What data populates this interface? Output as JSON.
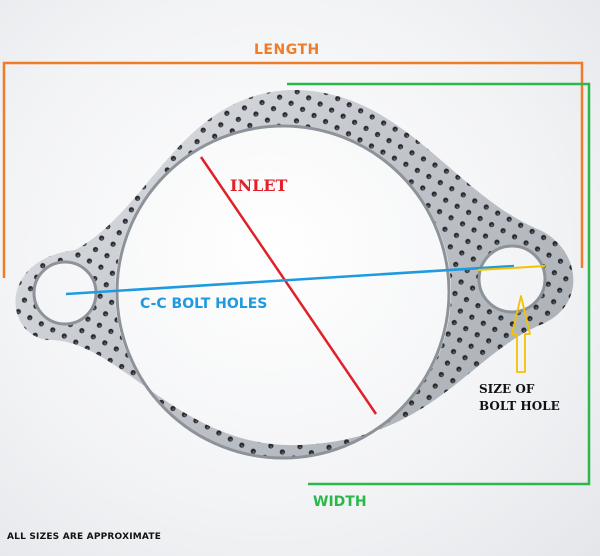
{
  "labels": {
    "length": "LENGTH",
    "inlet": "INLET",
    "cc_bolt_holes": "C-C BOLT HOLES",
    "size_of": "SIZE OF",
    "bolt_hole": "BOLT HOLE",
    "width": "WIDTH",
    "note": "ALL SIZES ARE APPROXIMATE"
  },
  "colors": {
    "length": "#f07c2a",
    "width": "#2bb84a",
    "inlet": "#e0202a",
    "cc_bolt_holes": "#1e9be0",
    "bolt_hole_size": "#f5c200",
    "text_dark": "#111111"
  },
  "objects": {
    "gasket": "perforated-steel-exhaust-gasket"
  }
}
